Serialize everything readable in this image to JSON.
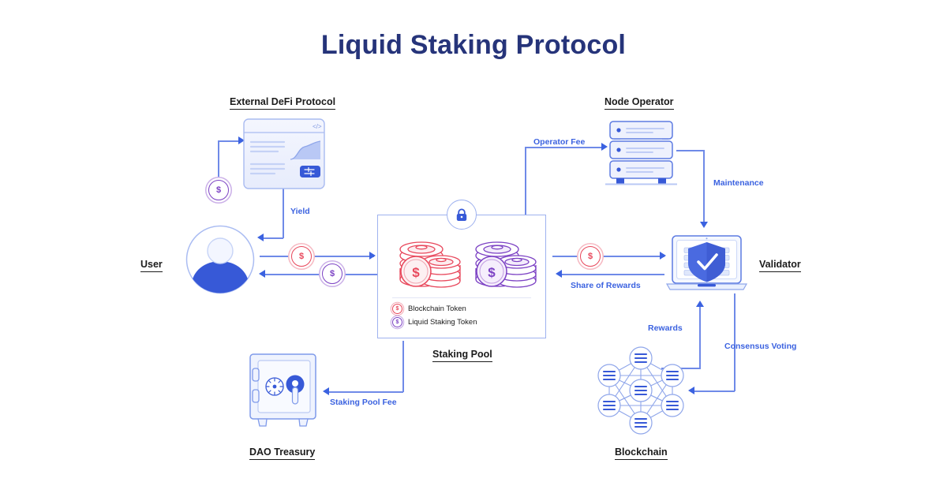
{
  "title": "Liquid Staking Protocol",
  "theme": {
    "title_color": "#26347a",
    "line_color": "#6f8ae8",
    "arrow_color": "#3b62e0",
    "label_color": "#3b62e0",
    "caption_color": "#1b1b1b",
    "blockchain_token_color": "#e8485c",
    "liquid_staking_token_color": "#7c42c4",
    "accent_blue": "#3759d7",
    "background": "#ffffff"
  },
  "nodes": {
    "external_defi": "External DeFi Protocol",
    "node_operator": "Node Operator",
    "user": "User",
    "staking_pool": "Staking Pool",
    "validator": "Validator",
    "dao_treasury": "DAO Treasury",
    "blockchain": "Blockchain"
  },
  "flow_labels": {
    "operator_fee": "Operator Fee",
    "maintenance": "Maintenance",
    "yield": "Yield",
    "share_of_rewards": "Share of Rewards",
    "rewards": "Rewards",
    "consensus_voting": "Consensus Voting",
    "staking_pool_fee": "Staking Pool Fee"
  },
  "legend": [
    {
      "label": "Blockchain Token",
      "symbol": "$",
      "color": "#e8485c",
      "kind": "red"
    },
    {
      "label": "Liquid Staking Token",
      "symbol": "$",
      "color": "#7c42c4",
      "kind": "pur"
    }
  ],
  "coins": {
    "symbol": "$",
    "defi_deposit": "$",
    "user_to_pool": "$",
    "pool_to_user": "$",
    "pool_to_validator": "$"
  },
  "icons": {
    "lock": "lock-icon",
    "code": "code-icon",
    "shield_check": "shield-check-icon",
    "safe_dial": "safe-dial-icon"
  }
}
